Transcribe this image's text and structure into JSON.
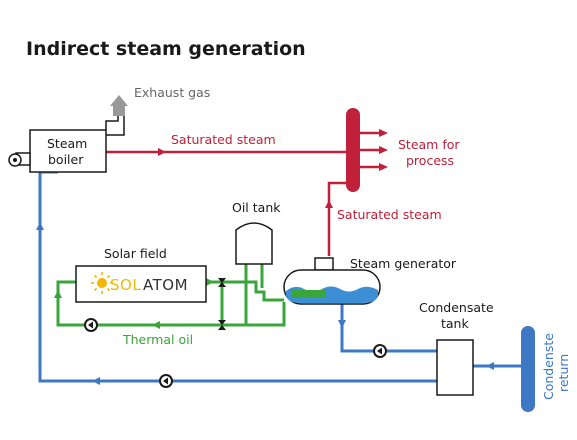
{
  "title": "Indirect steam generation",
  "labels": {
    "exhaust_gas": "Exhaust gas",
    "steam_boiler_line1": "Steam",
    "steam_boiler_line2": "boiler",
    "saturated_steam_top": "Saturated steam",
    "steam_for_process_line1": "Steam for",
    "steam_for_process_line2": "process",
    "oil_tank": "Oil tank",
    "saturated_steam_right": "Saturated steam",
    "solar_field": "Solar field",
    "solatom_logo": "SOLATOM",
    "steam_generator": "Steam generator",
    "condensate_tank_line1": "Condensate",
    "condensate_tank_line2": "tank",
    "thermal_oil": "Thermal oil",
    "condensate_return_line1": "Condenste",
    "condensate_return_line2": "return"
  },
  "colors": {
    "steam_red": "#c0203a",
    "oil_green": "#3aa53a",
    "water_blue": "#3c78c3",
    "gas_gray": "#999999"
  }
}
